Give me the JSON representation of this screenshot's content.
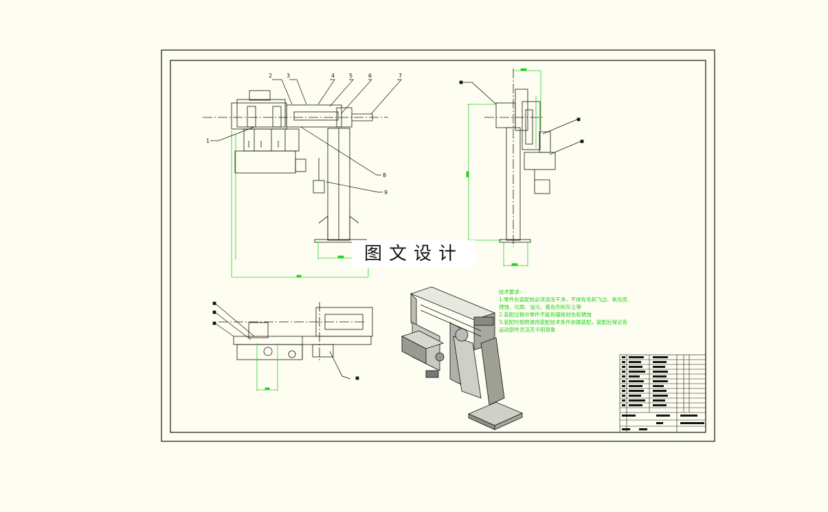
{
  "watermark": "图文设计",
  "leaders": [
    "1",
    "2",
    "3",
    "4",
    "5",
    "6",
    "7",
    "8",
    "9"
  ],
  "tech_req": {
    "title": "技术要求:",
    "lines": [
      "1.零件在装配前必须清洗干净，不得有毛刺飞边、氧化皮、",
      "  锈蚀、切屑、油污、着色剂和灰尘等",
      "2.装配过程中零件不能有磕碰划伤和锈蚀",
      "3.装配时按照通用装配技术条件依据装配，装配后保证各",
      "  运动部件灵活无卡阻现象"
    ]
  },
  "colors": {
    "background": "#fefdf1",
    "line": "#111111",
    "dimension": "#22d022"
  }
}
